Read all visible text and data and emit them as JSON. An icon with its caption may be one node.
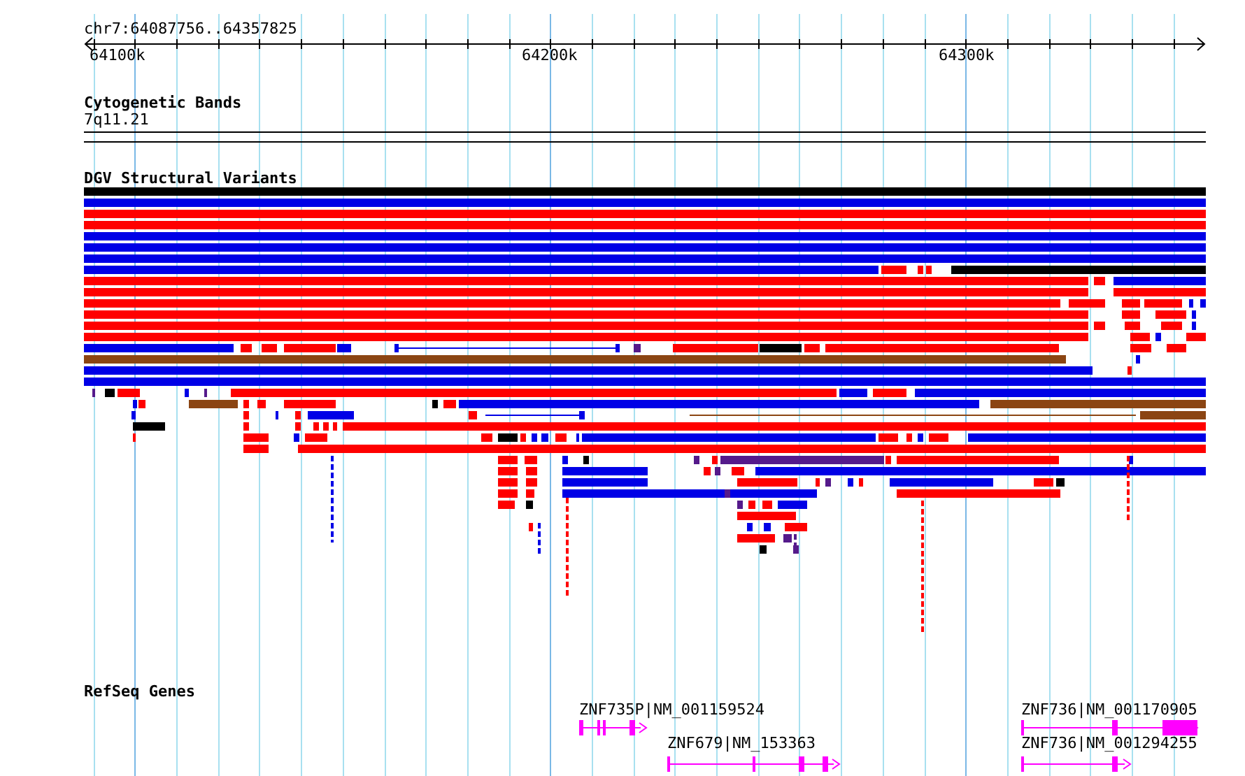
{
  "diagram": {
    "labels": [
      "chr7:64087756..64357825",
      "64100k",
      "64200k",
      "64300k",
      "Cytogenetic Bands",
      "7q11.21",
      "DGV Structural Variants",
      "RefSeq Genes",
      "ZNF735P|NM_001159524",
      "ZNF679|NM_153363",
      "ZNF736|NM_001170905",
      "ZNF736|NM_001294255"
    ]
  }
}
